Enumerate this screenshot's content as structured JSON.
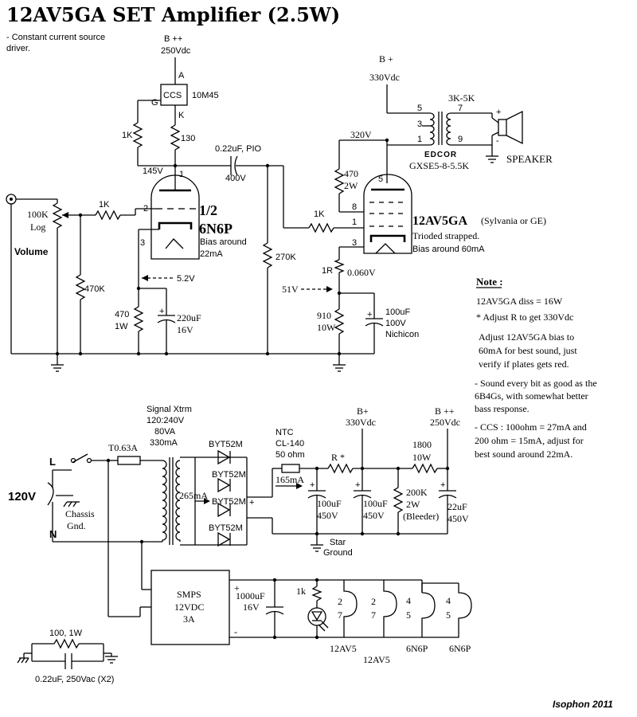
{
  "header": {
    "title": "12AV5GA SET Amplifier (2.5W)",
    "note_line1": "- Constant current source",
    "note_line2": "driver."
  },
  "driver": {
    "bpp": "B ++",
    "bpp_v": "250Vdc",
    "ccs": "CCS",
    "ccs_part": "10M45",
    "pin_a": "A",
    "pin_g": "G",
    "pin_k": "K",
    "r_gate": "1K",
    "r_ccs": "130",
    "v_plate": "145V",
    "pin1": "1",
    "pin2": "2",
    "pin3": "3",
    "tube_half": "1/2",
    "tube_name": "6N6P",
    "bias1": "Bias around",
    "bias2": "22mA",
    "cathode_v": "5.2V",
    "r_k": "470",
    "r_k_w": "1W",
    "c_k": "220uF",
    "c_k_v": "16V",
    "r_grid": "1K",
    "pot": "100K",
    "pot_taper": "Log",
    "volume": "Volume",
    "r_input": "470K",
    "plus": "+"
  },
  "coupling": {
    "cap": "0.22uF, PIO",
    "cap_v": "400V",
    "r_grid_leak": "270K",
    "r_grid_stop": "1K"
  },
  "output": {
    "bp": "B +",
    "bp_v": "330Vdc",
    "trans_z": "3K-5K",
    "p5": "5",
    "p3": "3",
    "p1": "1",
    "p7": "7",
    "p9": "9",
    "edcor": "EDCOR",
    "trans_part": "GXSE5-8-5.5K",
    "speaker": "SPEAKER",
    "plus": "+",
    "minus": "-",
    "v_b": "320V",
    "r_screen": "470",
    "r_screen_w": "2W",
    "tube_pin5": "5",
    "tube_pin8": "8",
    "tube_pin1": "1",
    "tube_pin3": "3",
    "tube": "12AV5GA",
    "tube_brand": "(Sylvania or GE)",
    "triode": "Trioded strapped.",
    "bias": "Bias around 60mA",
    "r_sense": "1R",
    "v_sense": "0.060V",
    "v_k": "51V",
    "r_k": "910",
    "r_k_w": "10W",
    "c_k": "100uF",
    "c_k_v": "100V",
    "c_k_brand": "Nichicon"
  },
  "notes": {
    "heading": "Note :",
    "l1": "12AV5GA diss =  16W",
    "l2": "* Adjust R to get 330Vdc",
    "l3": "Adjust 12AV5GA bias to",
    "l4": "60mA for best sound, just",
    "l5": "verify if plates gets red.",
    "l6": "- Sound every bit as good as the",
    "l7": "6B4Gs, with somewhat better",
    "l8": "bass response.",
    "l9": "- CCS : 100ohm = 27mA and",
    "l10": "200 ohm = 15mA, adjust for",
    "l11": "best sound around 22mA."
  },
  "psu": {
    "l": "L",
    "n": "N",
    "mains": "120V",
    "chassis1": "Chassis",
    "chassis2": "Gnd.",
    "fuse": "T0.63A",
    "xf1": "Signal Xtrm",
    "xf2": "120:240V",
    "xf3": "80VA",
    "xf4": "330mA",
    "d1": "BYT52M",
    "d2": "BYT52M",
    "d3": "BYT52M",
    "d4": "BYT52M",
    "i_sec": "265mA",
    "ntc1": "NTC",
    "ntc2": "CL-140",
    "ntc3": "50 ohm",
    "i_dc": "165mA",
    "r_star": "R *",
    "bp": "B+",
    "bp_v": "330Vdc",
    "bpp": "B ++",
    "bpp_v": "250Vdc",
    "r_drop": "1800",
    "r_drop_w": "10W",
    "c1": "100uF",
    "c1_v": "450V",
    "c2": "100uF",
    "c2_v": "450V",
    "bleed1": "200K",
    "bleed2": "2W",
    "bleed3": "(Bleeder)",
    "c3": "22uF",
    "c3_v": "450V",
    "star1": "Star",
    "star2": "Ground",
    "plus": "+",
    "smps1": "SMPS",
    "smps2": "12VDC",
    "smps3": "3A",
    "c_h": "1000uF",
    "c_h_v": "16V",
    "r_led": "1k",
    "h1a": "2",
    "h1b": "7",
    "h2a": "2",
    "h2b": "7",
    "h3a": "4",
    "h3b": "5",
    "h4a": "4",
    "h4b": "5",
    "tube1": "12AV5",
    "tube2": "12AV5",
    "tube3": "6N6P",
    "tube4": "6N6P",
    "snub_r": "100, 1W",
    "snub_c": "0.22uF, 250Vac (X2)",
    "minus": "-"
  },
  "footer": {
    "credit": "Isophon 2011"
  }
}
